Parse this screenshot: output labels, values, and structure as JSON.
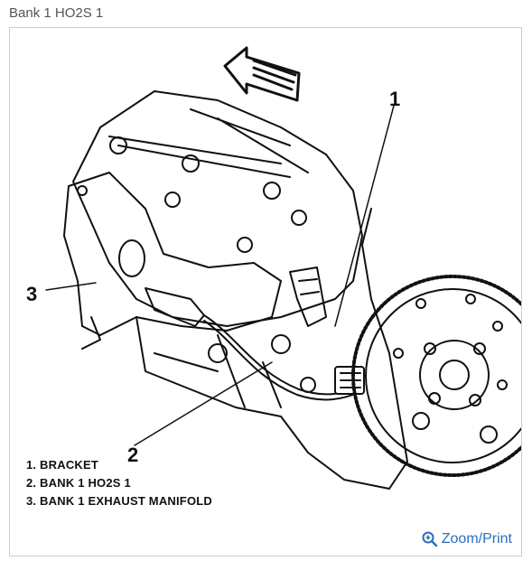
{
  "header": {
    "title": "Bank 1 HO2S 1"
  },
  "diagram": {
    "callouts": [
      "1",
      "2",
      "3"
    ],
    "legend": [
      "1. BRACKET",
      "2. BANK 1 HO2S 1",
      "3. BANK 1 EXHAUST MANIFOLD"
    ]
  },
  "footer": {
    "zoom_icon": "zoom-in-icon",
    "zoom_label": "Zoom/Print",
    "link_color": "#2a6fbf"
  }
}
